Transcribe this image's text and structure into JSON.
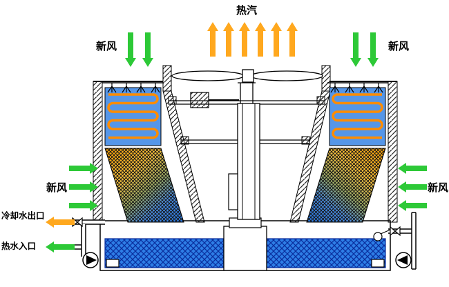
{
  "labels": {
    "hot_vapor": "热汽",
    "fresh_air": "新风",
    "cooling_water_outlet": "冷却水出口",
    "hot_water_inlet": "热水入口"
  },
  "colors": {
    "hot_vapor_arrow": "#FFA81E",
    "fresh_air_arrow": "#2DC937",
    "outlet_arrow": "#FFA81E",
    "inlet_arrow": "#2DC937",
    "coil_tube": "#FF8C00",
    "coil_background": "#5596E8",
    "basin_water": "#2E7EE6",
    "fill_media_top": "#FFA000",
    "fill_media_bottom": "#3F86E0",
    "outline": "#000000"
  }
}
